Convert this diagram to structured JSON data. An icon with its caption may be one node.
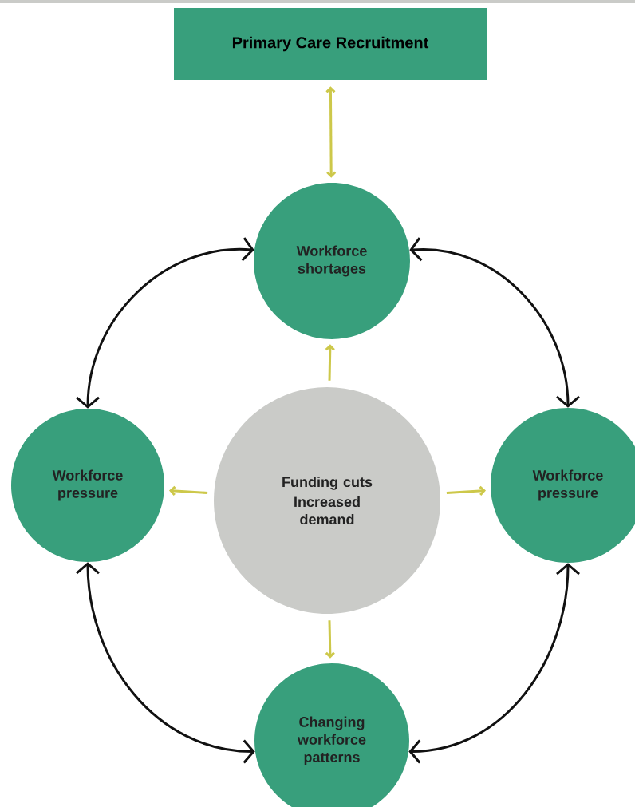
{
  "diagram": {
    "nodes": [
      {
        "text": [
          "Primary Care Recruitment"
        ]
      },
      {
        "text": [
          "Workforce shortages"
        ]
      },
      {
        "text": [
          "Workforce pressure"
        ]
      },
      {
        "text": [
          "Funding cuts",
          "Increased demand"
        ]
      },
      {
        "text": [
          "Workforce pressure"
        ]
      },
      {
        "text": [
          "Changing workforce patterns"
        ]
      }
    ],
    "edges": [
      {
        "from": 0,
        "to": 1,
        "arrow": "both"
      },
      {
        "from": 3,
        "to": 1,
        "arrow": "to"
      },
      {
        "from": 3,
        "to": 2,
        "arrow": "to"
      },
      {
        "from": 3,
        "to": 4,
        "arrow": "to"
      },
      {
        "from": 3,
        "to": 5,
        "arrow": "to"
      },
      {
        "from": 1,
        "to": 2,
        "arrow": "both",
        "color": "#111111"
      },
      {
        "from": 1,
        "to": 4,
        "arrow": "both",
        "color": "#111111"
      },
      {
        "from": 2,
        "to": 5,
        "arrow": "both",
        "color": "#111111"
      },
      {
        "from": 4,
        "to": 5,
        "arrow": "both",
        "color": "#111111"
      }
    ]
  }
}
